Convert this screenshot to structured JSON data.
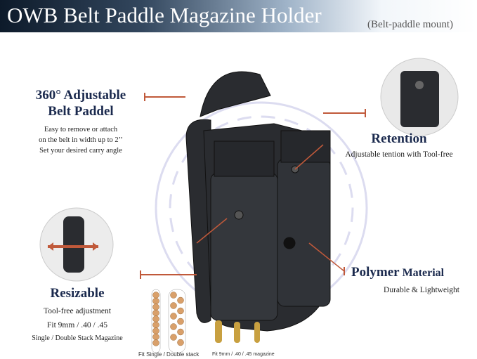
{
  "header": {
    "title": "OWB Belt Paddle Magazine Holder",
    "subtitle": "(Belt-paddle mount)"
  },
  "features": {
    "paddle": {
      "title1": "360° Adjustable",
      "title2": "Belt Paddel",
      "lines": [
        "Easy to remove or attach",
        "on the belt in width up to 2’’",
        "Set your desired carry angle"
      ]
    },
    "retention": {
      "title": "Retention",
      "desc": "Adjustable tention with Tool-free"
    },
    "resizable": {
      "title": "Resizable",
      "lines": [
        "Tool-free adjustment",
        "Fit 9mm / .40 / .45",
        "Single / Double Stack Magazine"
      ]
    },
    "polymer": {
      "title_bold": "Polymer",
      "title_rest": " Material",
      "desc": "Durable & Lightweight"
    }
  },
  "captions": {
    "stack": "Fit Single / Double stack",
    "calibers": "Fit 9mm / .40 / .45 magazine"
  },
  "colors": {
    "accent": "#c0593a",
    "heading": "#1b2a4e",
    "product": "#2a2c30"
  }
}
